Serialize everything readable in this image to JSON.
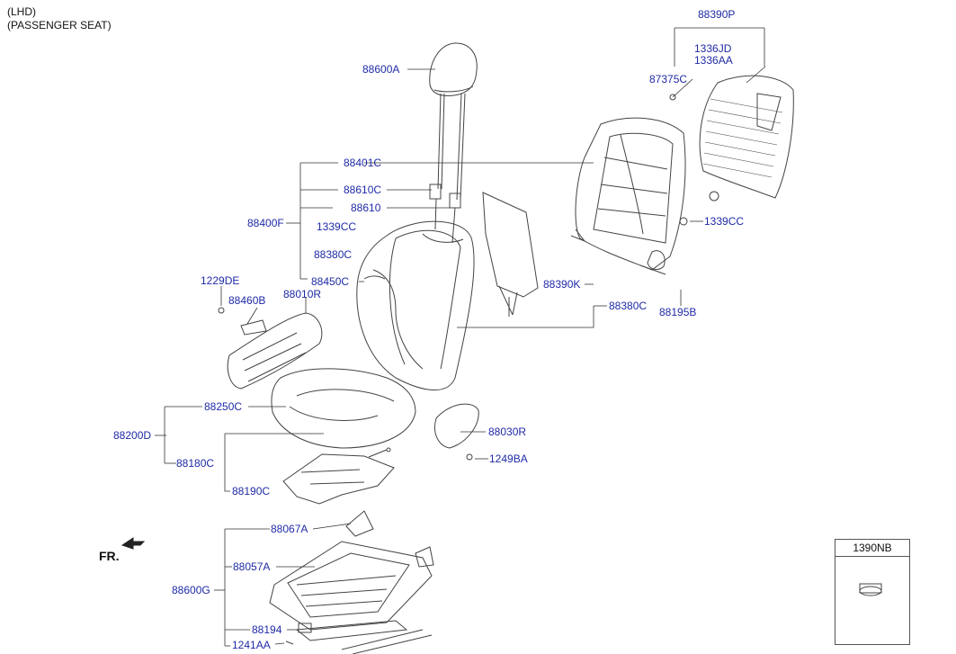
{
  "header": {
    "line1": "(LHD)",
    "line2": "(PASSENGER SEAT)"
  },
  "front_label": "FR.",
  "inset": {
    "title": "1390NB"
  },
  "parts": {
    "p88600A": "88600A",
    "p88390P": "88390P",
    "p1336JD": "1336JD",
    "p1336AA": "1336AA",
    "p87375C": "87375C",
    "p88401C": "88401C",
    "p88610C": "88610C",
    "p88610": "88610",
    "p88400F": "88400F",
    "p1339CC_a": "1339CC",
    "p1339CC_b": "1339CC",
    "p88380C_a": "88380C",
    "p88450C": "88450C",
    "p1229DE": "1229DE",
    "p88010R": "88010R",
    "p88460B": "88460B",
    "p88390K": "88390K",
    "p88380C_b": "88380C",
    "p88195B": "88195B",
    "p88250C": "88250C",
    "p88200D": "88200D",
    "p88030R": "88030R",
    "p88180C": "88180C",
    "p1249BA": "1249BA",
    "p88190C": "88190C",
    "p88067A": "88067A",
    "p88057A": "88057A",
    "p88600G": "88600G",
    "p88194": "88194",
    "p1241AA": "1241AA"
  },
  "colors": {
    "label": "#1f2aa6",
    "line": "#333333",
    "part": "#444444"
  }
}
